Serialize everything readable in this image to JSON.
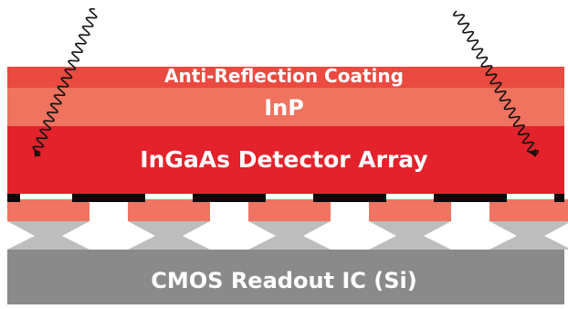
{
  "layers": {
    "anti_reflection": "Anti-Reflection Coating",
    "inp": "InP",
    "ingaas": "InGaAs Detector Array",
    "cmos": "CMOS Readout IC (Si)"
  },
  "colors": {
    "anti_reflection": "#ea4a3f",
    "inp": "#f0735f",
    "ingaas": "#e3222b",
    "pixel_pad": "#ef7462",
    "metal_contact": "#0a0a0a",
    "bump": "#bdbdbd",
    "cmos": "#8a8a8a",
    "light_ray": "#111111"
  },
  "icons": {
    "incoming_light_left": "wavy-arrow-icon",
    "incoming_light_right": "wavy-arrow-icon"
  }
}
